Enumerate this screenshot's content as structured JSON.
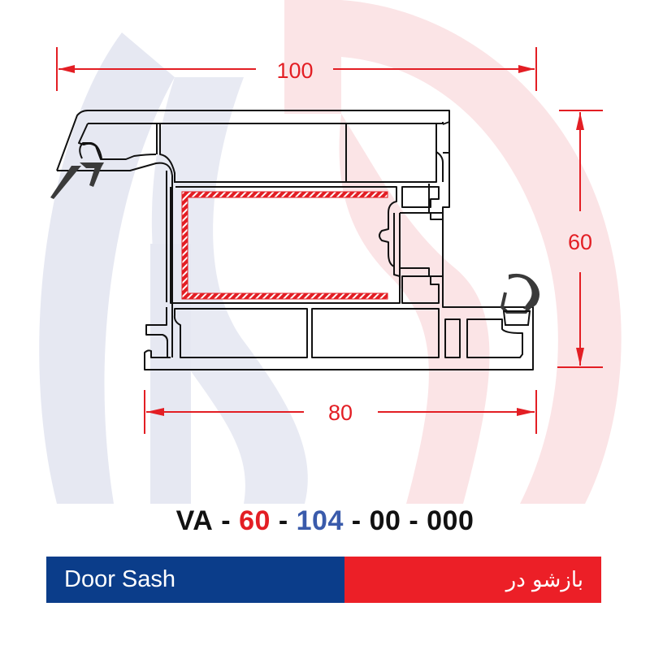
{
  "colors": {
    "dimension": "#e31e24",
    "profile_outline": "#111111",
    "reinforcement": "#e31e24",
    "gasket": "#3a3a3a",
    "watermark_blue": "#e6e8f2",
    "watermark_red": "#fbe4e6",
    "bar_left": "#0b3d8a",
    "bar_right": "#ec1f27",
    "code_red": "#e31e24",
    "code_blue": "#3a5bab",
    "code_black": "#111111"
  },
  "dimensions": {
    "width_total": "100",
    "height_total": "60",
    "width_inner": "80"
  },
  "product_code": {
    "part1": "VA",
    "sep1": " - ",
    "part2": "60",
    "sep2": " - ",
    "part3": "104",
    "sep3": " - ",
    "part4": "00",
    "sep4": " - ",
    "part5": "000"
  },
  "title_bar": {
    "english": "Door Sash",
    "persian": "بازشو در"
  }
}
